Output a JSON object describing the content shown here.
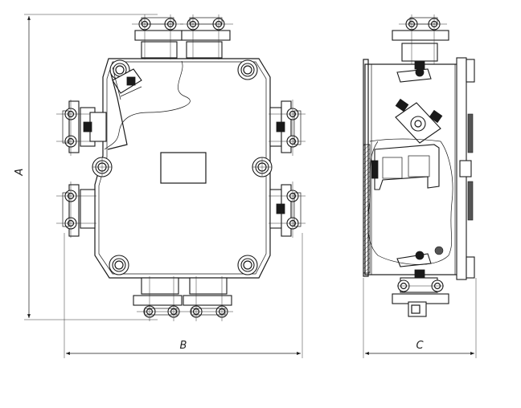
{
  "dimensions": {
    "height_label": "A",
    "width_label": "B",
    "depth_label": "C"
  }
}
